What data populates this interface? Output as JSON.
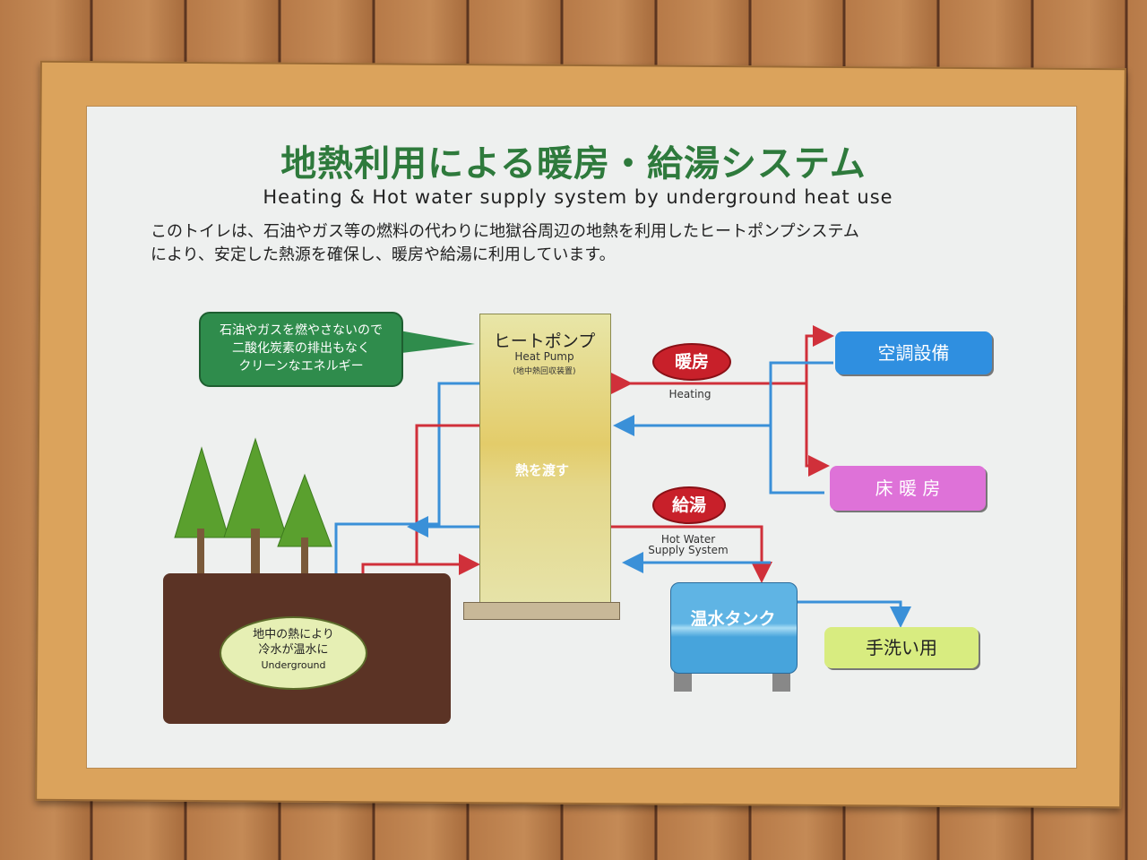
{
  "sign": {
    "title": "地熱利用による暖房・給湯システム",
    "subtitle": "Heating & Hot water supply system by underground heat use",
    "intro": [
      "このトイレは、石油やガス等の燃料の代わりに地獄谷周辺の地熱を利用したヒートポンプシステム",
      "により、安定した熱源を確保し、暖房や給湯に利用しています。"
    ]
  },
  "bubble": {
    "lines": [
      "石油やガスを燃やさないので",
      "二酸化炭素の排出もなく",
      "クリーンなエネルギー"
    ]
  },
  "heat_pump": {
    "title": "ヒートポンプ",
    "english": "Heat Pump",
    "note": "(地中熱回収装置)",
    "arrow_label": "熱を渡す"
  },
  "heating": {
    "label": "暖房",
    "english": "Heating"
  },
  "hot_water": {
    "label": "給湯",
    "english_line1": "Hot Water",
    "english_line2": "Supply System"
  },
  "outputs": {
    "air_conditioning": "空調設備",
    "floor_heating": "床 暖 房",
    "hand_wash": "手洗い用",
    "tank": "温水タンク"
  },
  "underground": {
    "lines": [
      "地中の熱により",
      "冷水が温水に"
    ],
    "english": "Underground"
  },
  "colors": {
    "title": "#2e7a3c",
    "hot_pipe": "#d0303a",
    "cold_pipe": "#3a90d8",
    "frame": "#dba35c"
  }
}
